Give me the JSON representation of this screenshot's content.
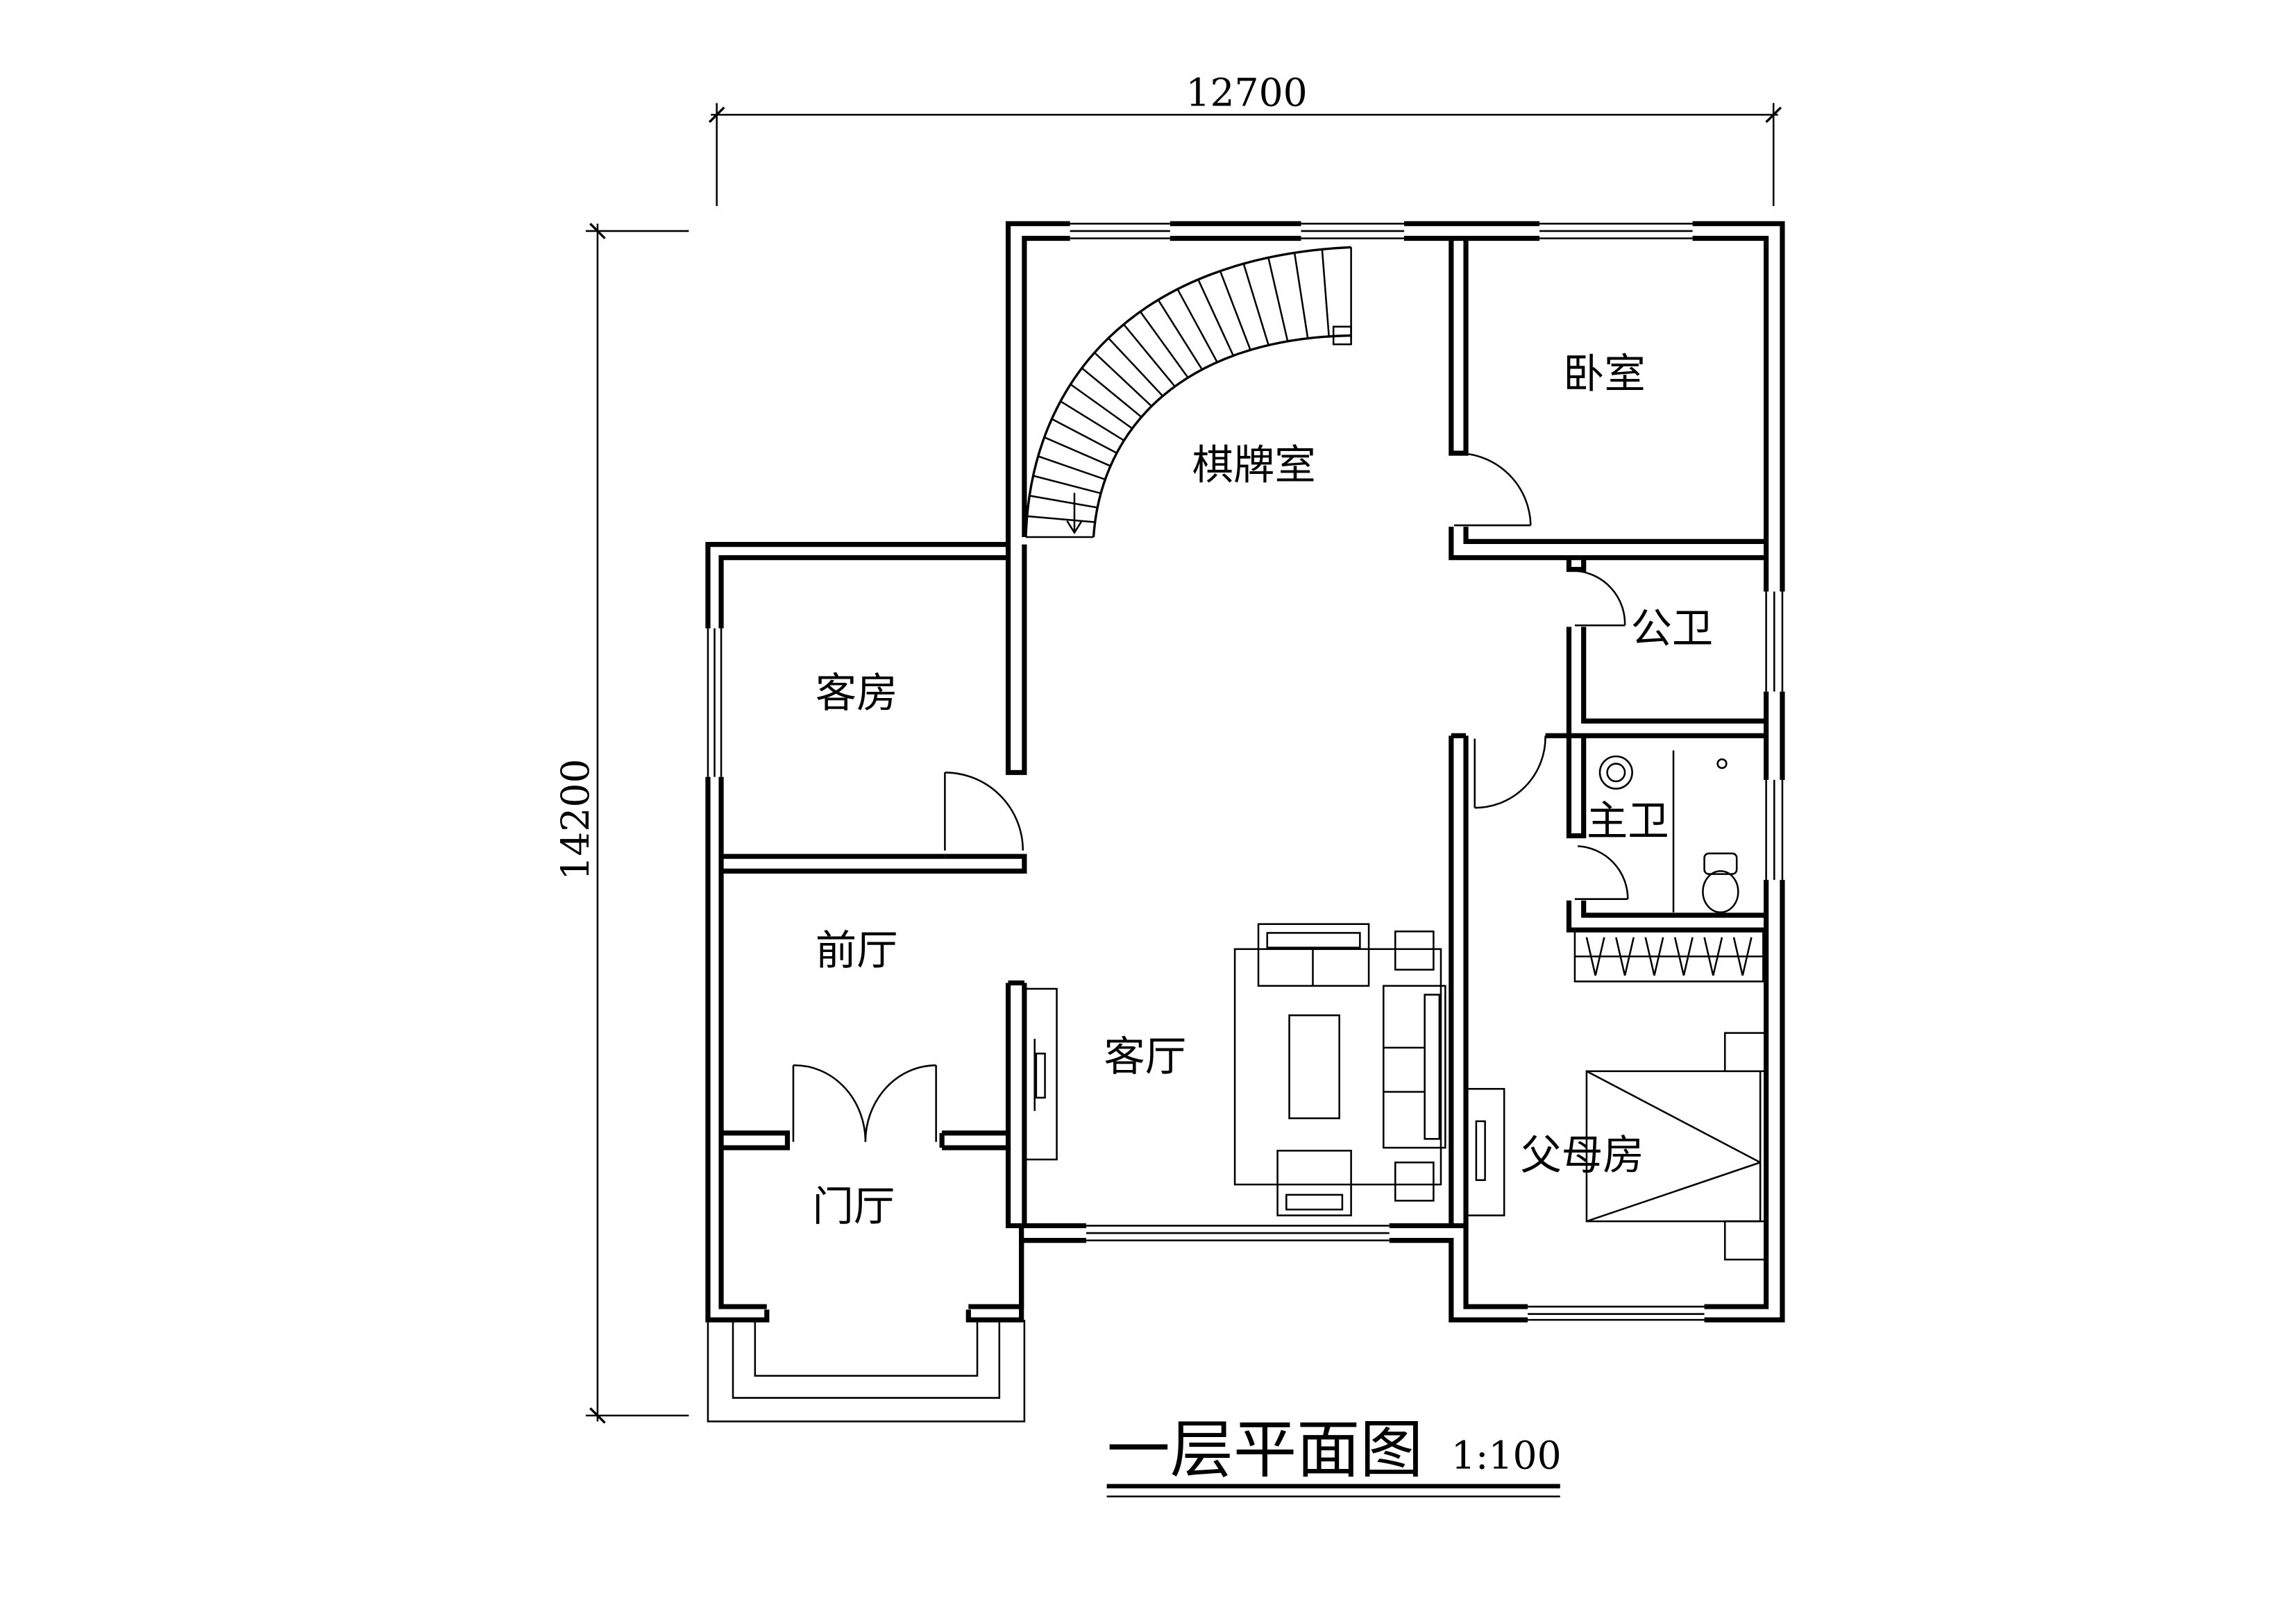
{
  "dimensions": {
    "width_label": "12700",
    "height_label": "14200"
  },
  "rooms": {
    "chess_room": "棋牌室",
    "bedroom": "卧室",
    "guest_room": "客房",
    "public_bath": "公卫",
    "master_bath": "主卫",
    "front_hall": "前厅",
    "living_room": "客厅",
    "parents_room": "父母房",
    "entry_hall": "门厅"
  },
  "title": {
    "text": "一层平面图",
    "scale": "1:100"
  }
}
